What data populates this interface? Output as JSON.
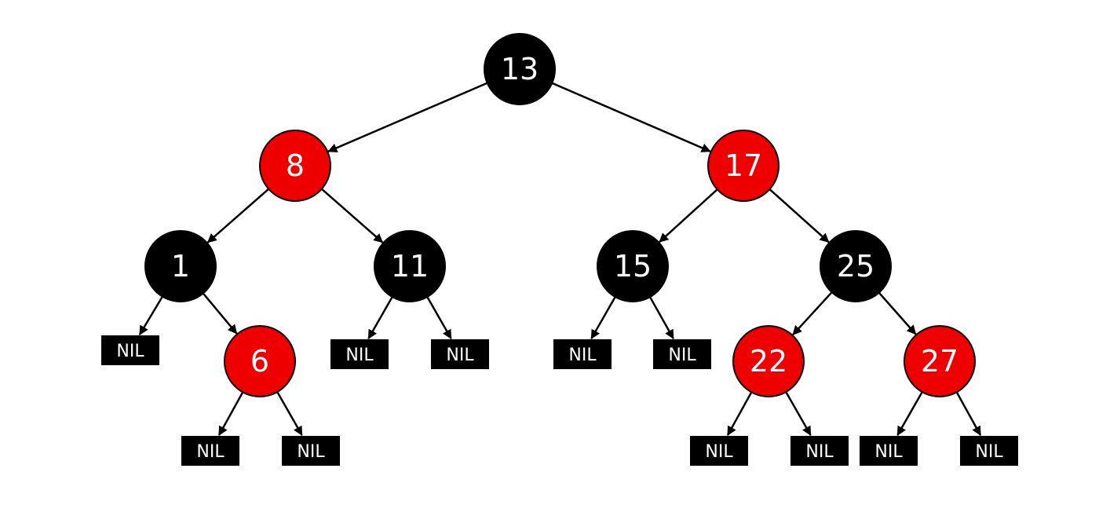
{
  "colors": {
    "red": "#ee0000",
    "black": "#000000",
    "text": "#ffffff",
    "edge": "#000000"
  },
  "nil_label": "NIL",
  "nodes": [
    {
      "id": "n13",
      "value": "13",
      "color": "black"
    },
    {
      "id": "n8",
      "value": "8",
      "color": "red"
    },
    {
      "id": "n17",
      "value": "17",
      "color": "red"
    },
    {
      "id": "n1",
      "value": "1",
      "color": "black"
    },
    {
      "id": "n11",
      "value": "11",
      "color": "black"
    },
    {
      "id": "n15",
      "value": "15",
      "color": "black"
    },
    {
      "id": "n25",
      "value": "25",
      "color": "black"
    },
    {
      "id": "n6",
      "value": "6",
      "color": "red"
    },
    {
      "id": "n22",
      "value": "22",
      "color": "red"
    },
    {
      "id": "n27",
      "value": "27",
      "color": "red"
    }
  ],
  "nil_leaves": [
    {
      "id": "nil-1-left",
      "label": "NIL"
    },
    {
      "id": "nil-6-left",
      "label": "NIL"
    },
    {
      "id": "nil-6-right",
      "label": "NIL"
    },
    {
      "id": "nil-11-left",
      "label": "NIL"
    },
    {
      "id": "nil-11-right",
      "label": "NIL"
    },
    {
      "id": "nil-15-left",
      "label": "NIL"
    },
    {
      "id": "nil-15-right",
      "label": "NIL"
    },
    {
      "id": "nil-22-left",
      "label": "NIL"
    },
    {
      "id": "nil-22-right",
      "label": "NIL"
    },
    {
      "id": "nil-27-left",
      "label": "NIL"
    },
    {
      "id": "nil-27-right",
      "label": "NIL"
    }
  ],
  "edges": [
    {
      "from": "n13",
      "to": "n8"
    },
    {
      "from": "n13",
      "to": "n17"
    },
    {
      "from": "n8",
      "to": "n1"
    },
    {
      "from": "n8",
      "to": "n11"
    },
    {
      "from": "n17",
      "to": "n15"
    },
    {
      "from": "n17",
      "to": "n25"
    },
    {
      "from": "n1",
      "to": "nil-1-left"
    },
    {
      "from": "n1",
      "to": "n6"
    },
    {
      "from": "n6",
      "to": "nil-6-left"
    },
    {
      "from": "n6",
      "to": "nil-6-right"
    },
    {
      "from": "n11",
      "to": "nil-11-left"
    },
    {
      "from": "n11",
      "to": "nil-11-right"
    },
    {
      "from": "n15",
      "to": "nil-15-left"
    },
    {
      "from": "n15",
      "to": "nil-15-right"
    },
    {
      "from": "n25",
      "to": "n22"
    },
    {
      "from": "n25",
      "to": "n27"
    },
    {
      "from": "n22",
      "to": "nil-22-left"
    },
    {
      "from": "n22",
      "to": "nil-22-right"
    },
    {
      "from": "n27",
      "to": "nil-27-left"
    },
    {
      "from": "n27",
      "to": "nil-27-right"
    }
  ]
}
